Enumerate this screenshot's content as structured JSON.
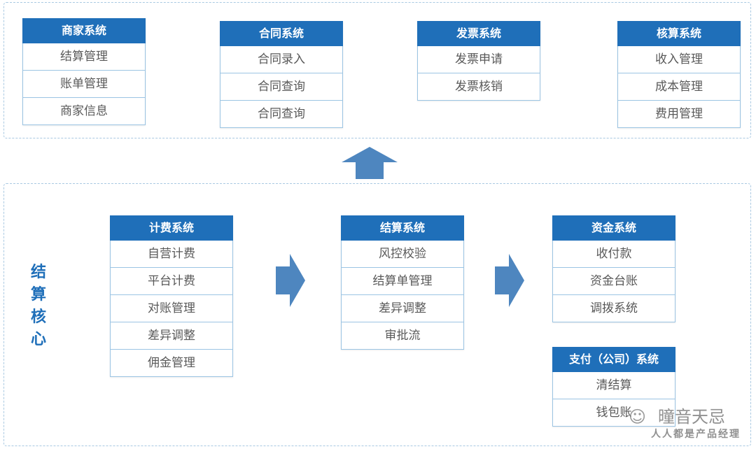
{
  "top_systems": [
    {
      "title": "商家系统",
      "items": [
        "结算管理",
        "账单管理",
        "商家信息"
      ]
    },
    {
      "title": "合同系统",
      "items": [
        "合同录入",
        "合同查询",
        "合同查询"
      ]
    },
    {
      "title": "发票系统",
      "items": [
        "发票申请",
        "发票核销"
      ]
    },
    {
      "title": "核算系统",
      "items": [
        "收入管理",
        "成本管理",
        "费用管理"
      ]
    }
  ],
  "core_label": [
    "结",
    "算",
    "核",
    "心"
  ],
  "core_systems": [
    {
      "title": "计费系统",
      "items": [
        "自营计费",
        "平台计费",
        "对账管理",
        "差异调整",
        "佣金管理"
      ]
    },
    {
      "title": "结算系统",
      "items": [
        "风控校验",
        "结算单管理",
        "差异调整",
        "审批流"
      ]
    },
    {
      "title": "资金系统",
      "items": [
        "收付款",
        "资金台账",
        "调拨系统"
      ]
    },
    {
      "title": "支付（公司）系统",
      "items": [
        "清结算",
        "钱包账"
      ]
    }
  ],
  "watermark": {
    "line1": "曈音天忌",
    "line2": "人人都是产品经理",
    "icon": "wechat-icon"
  },
  "colors": {
    "header": "#1f6fb9",
    "arrow": "#4e86bf",
    "border": "#9bc4e3",
    "text": "#595959"
  }
}
